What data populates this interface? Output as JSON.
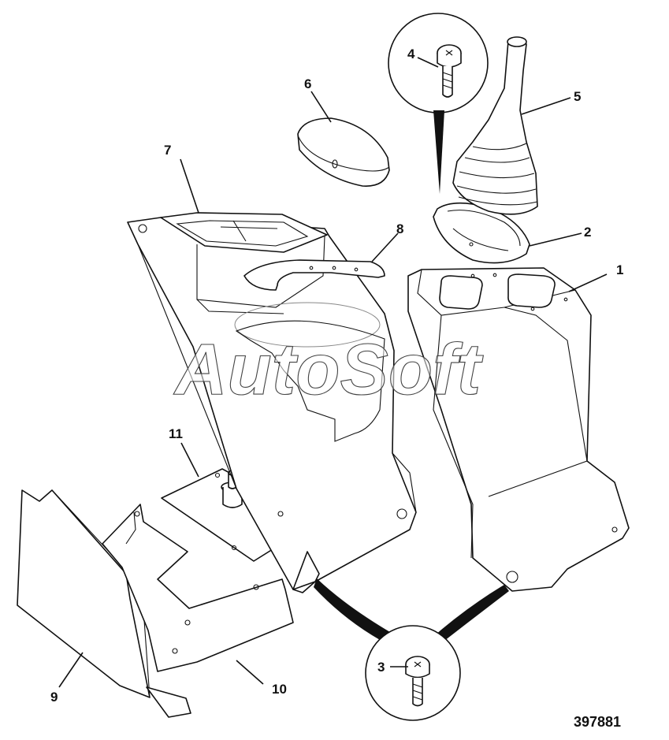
{
  "watermark": "AutoSoft",
  "figure_number": "397881",
  "callouts": {
    "c1": "1",
    "c2": "2",
    "c3": "3",
    "c4": "4",
    "c5": "5",
    "c6": "6",
    "c7": "7",
    "c8": "8",
    "c9": "9",
    "c10": "10",
    "c11": "11"
  },
  "colors": {
    "line": "#111111",
    "background": "#ffffff"
  }
}
